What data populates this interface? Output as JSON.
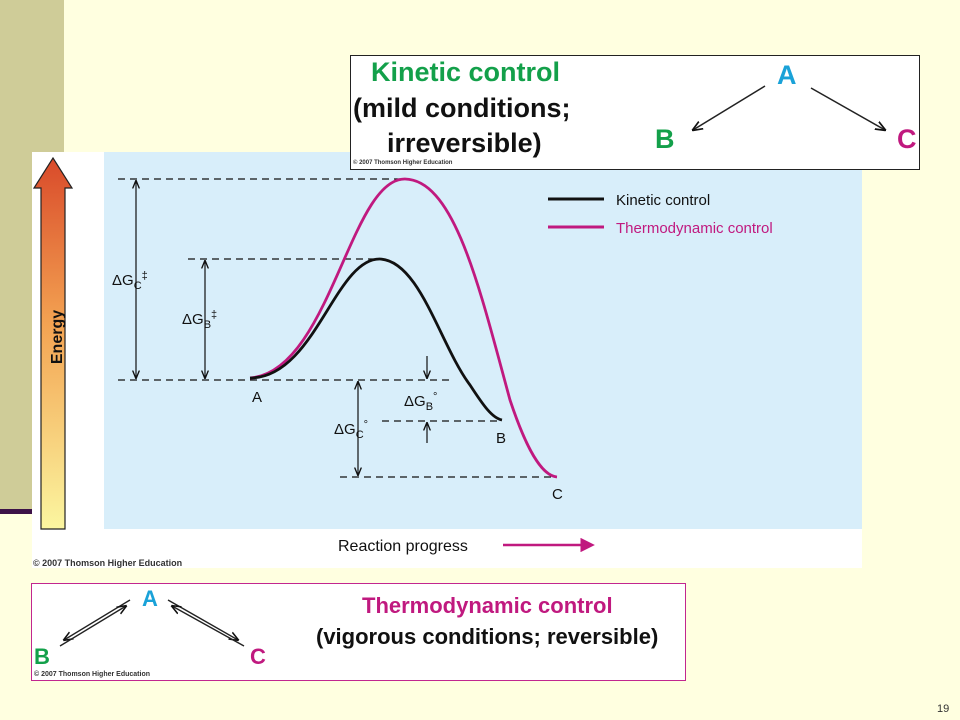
{
  "slide_number": "19",
  "figure": {
    "energy_axis_label": "Energy",
    "x_axis_label": "Reaction progress",
    "copyright": "© 2007 Thomson Higher Education",
    "legend": [
      {
        "label": "Kinetic control",
        "color": "#111111"
      },
      {
        "label": "Thermodynamic control",
        "color": "#c0197f"
      }
    ],
    "point_labels": {
      "A": "A",
      "B": "B",
      "C": "C"
    },
    "delta_labels": {
      "dGC_act": {
        "prefix": "ΔG",
        "sub": "C",
        "sup": "‡"
      },
      "dGB_act": {
        "prefix": "ΔG",
        "sub": "B",
        "sup": "‡"
      },
      "dGB_std": {
        "prefix": "ΔG",
        "sub": "B",
        "sup": "°"
      },
      "dGC_std": {
        "prefix": "ΔG",
        "sub": "C",
        "sup": "°"
      }
    },
    "colors": {
      "kinetic": "#111111",
      "thermodynamic": "#c0197f",
      "plot_background": "#d8eefa",
      "energy_arrow_top": "#d94a2a",
      "energy_arrow_bottom": "#fbf6a0"
    }
  },
  "kinetic_box": {
    "title": "Kinetic control",
    "line1": "(mild conditions;",
    "line2": "irreversible)",
    "labels": {
      "A": "A",
      "B": "B",
      "C": "C"
    },
    "copyright": "© 2007 Thomson Higher Education"
  },
  "thermo_box": {
    "title": "Thermodynamic control",
    "subtitle": "(vigorous conditions; reversible)",
    "labels": {
      "A": "A",
      "B": "B",
      "C": "C"
    },
    "copyright": "© 2007 Thomson Higher Education"
  }
}
